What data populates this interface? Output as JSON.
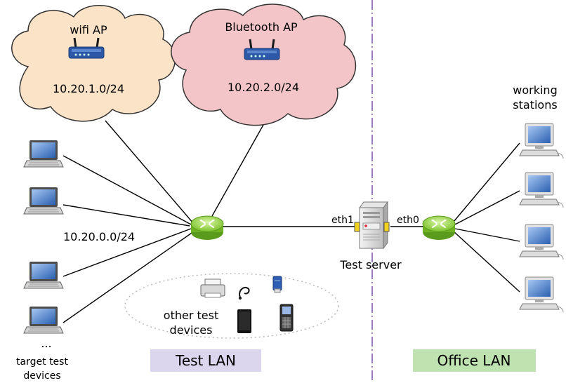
{
  "clouds": {
    "wifi": {
      "title": "wifi AP",
      "subnet": "10.20.1.0/24",
      "fill": "#fbe3c7"
    },
    "bluetooth": {
      "title": "Bluetooth AP",
      "subnet": "10.20.2.0/24",
      "fill": "#f3c5c9"
    }
  },
  "test_lan": {
    "subnet": "10.20.0.0/24",
    "label": "Test LAN",
    "label_bg": "#dcd5ee",
    "targets": {
      "ellipsis": "...",
      "caption_line1": "target test",
      "caption_line2": "devices"
    },
    "other_devices": {
      "line1": "other test",
      "line2": "devices"
    }
  },
  "server": {
    "label": "Test server",
    "eth1": "eth1",
    "eth0": "eth0"
  },
  "office_lan": {
    "label": "Office LAN",
    "label_bg": "#bfe3b0",
    "stations": {
      "line1": "working",
      "line2": "stations"
    }
  },
  "colors": {
    "router": "#8fd43a",
    "divider": "#7a4ea8",
    "link": "#000000"
  }
}
